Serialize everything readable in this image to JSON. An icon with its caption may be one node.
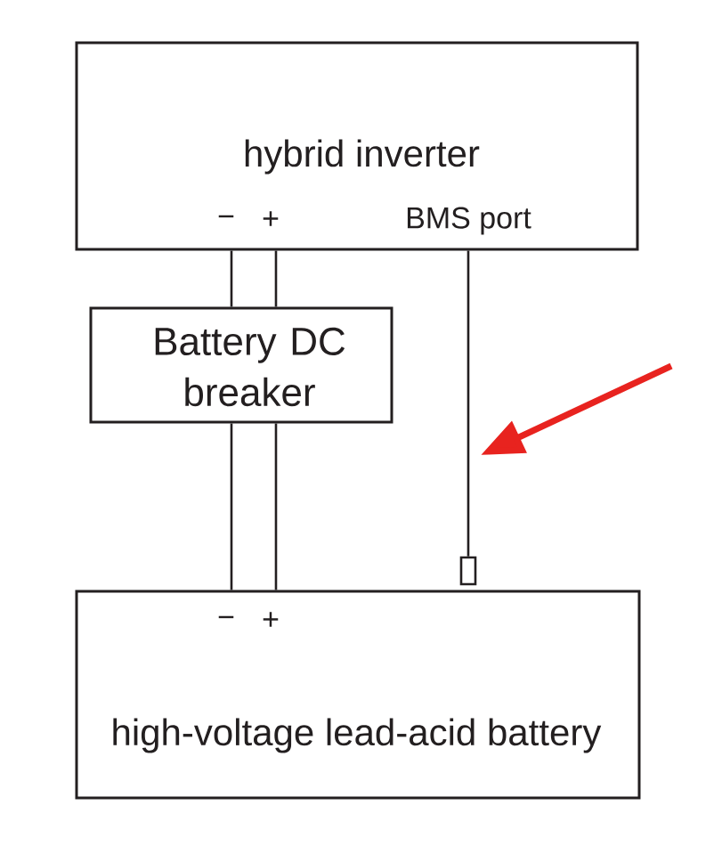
{
  "diagram": {
    "nodes": [
      {
        "text": [
          "hybrid inverter",
          "−",
          "+",
          "BMS port"
        ]
      },
      {
        "text": [
          "Battery DC breaker"
        ]
      },
      {
        "text": [
          "−",
          "+",
          "high-voltage lead-acid battery"
        ]
      },
      {
        "text": [],
        "shape": "box"
      }
    ],
    "edges": [
      {
        "from": 0,
        "to": 1,
        "arrow": "none"
      },
      {
        "from": 0,
        "to": 1,
        "arrow": "none"
      },
      {
        "from": 1,
        "to": 2,
        "arrow": "none"
      },
      {
        "from": 1,
        "to": 2,
        "arrow": "none"
      },
      {
        "from": 0,
        "to": 3,
        "arrow": "none"
      }
    ]
  }
}
